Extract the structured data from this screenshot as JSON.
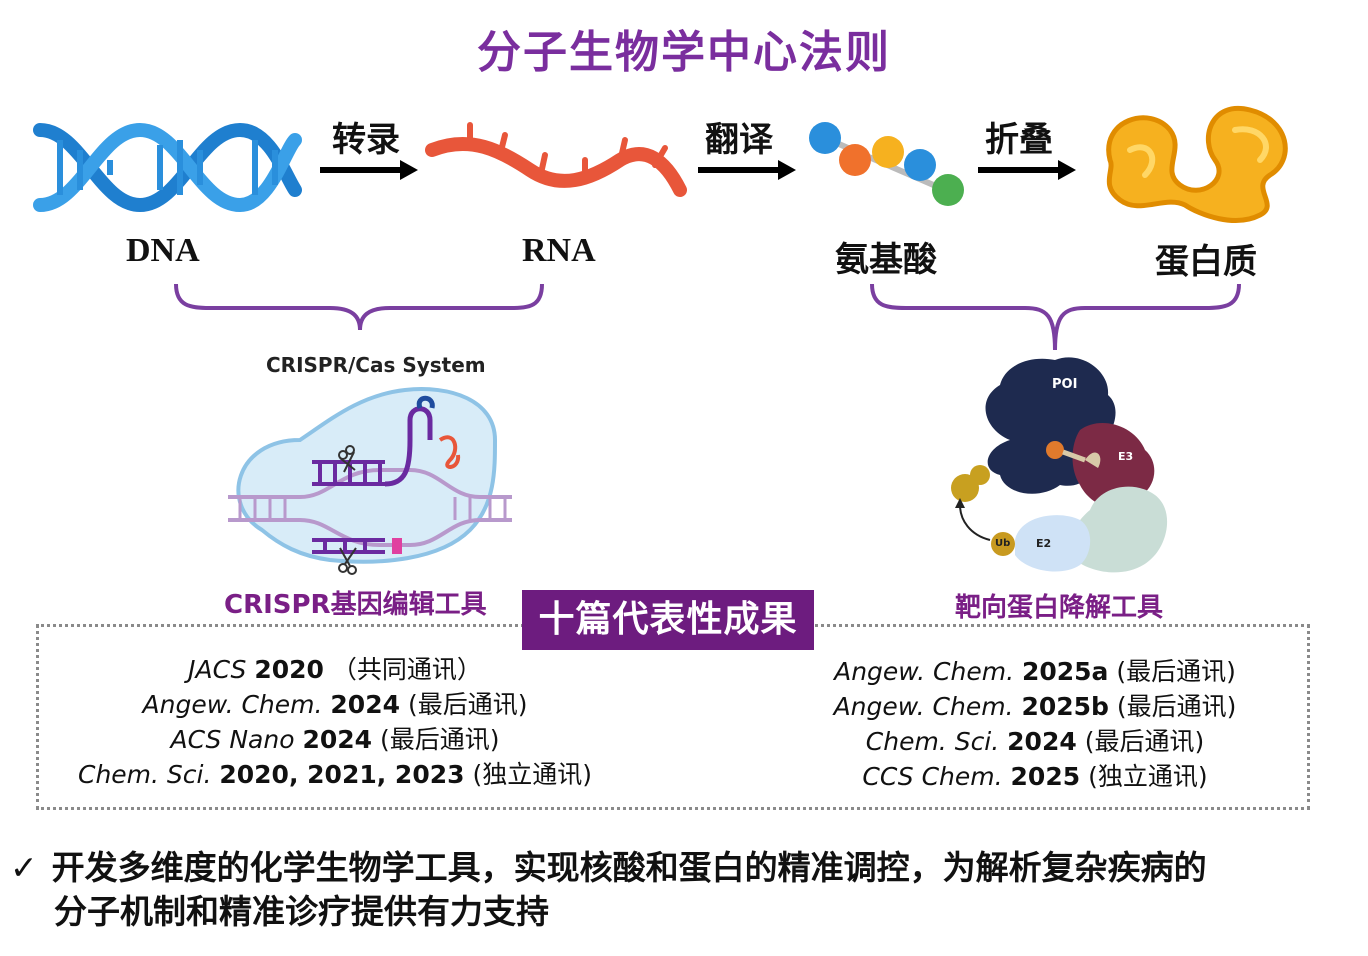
{
  "title": "分子生物学中心法则",
  "flow": {
    "step1": "转录",
    "step2": "翻译",
    "step3": "折叠",
    "dna_label": "DNA",
    "rna_label": "RNA",
    "amino_label": "氨基酸",
    "protein_label": "蛋白质"
  },
  "crispr": {
    "system_label": "CRISPR/Cas System",
    "caption": "CRISPR基因编辑工具"
  },
  "protac": {
    "poi": "POI",
    "e3": "E3",
    "e2": "E2",
    "ub": "Ub",
    "caption": "靶向蛋白降解工具"
  },
  "center_box": "十篇代表性成果",
  "left_pubs": [
    {
      "journal": "JACS",
      "year": "2020",
      "note": "（共同通讯）"
    },
    {
      "journal": "Angew. Chem.",
      "year": "2024",
      "note": "(最后通讯)"
    },
    {
      "journal": "ACS Nano",
      "year": "2024",
      "note": "(最后通讯)"
    },
    {
      "journal": "Chem. Sci.",
      "year": "2020, 2021, 2023",
      "note": "(独立通讯)"
    }
  ],
  "right_pubs": [
    {
      "journal": "Angew. Chem.",
      "year": "2025a",
      "note": "(最后通讯)"
    },
    {
      "journal": "Angew. Chem.",
      "year": "2025b",
      "note": "(最后通讯)"
    },
    {
      "journal": "Chem. Sci.",
      "year": "2024",
      "note": "(最后通讯)"
    },
    {
      "journal": "CCS Chem.",
      "year": "2025",
      "note": "(独立通讯)"
    }
  ],
  "conclusion": {
    "check": "✓",
    "line1": "开发多维度的化学生物学工具，实现核酸和蛋白的精准调控，为解析复杂疾病的",
    "line2": "分子机制和精准诊疗提供有力支持"
  },
  "colors": {
    "title": "#7a2e9e",
    "bracket": "#7a3fa0",
    "center_box": "#6d1c7f",
    "caption": "#7a1f86"
  }
}
